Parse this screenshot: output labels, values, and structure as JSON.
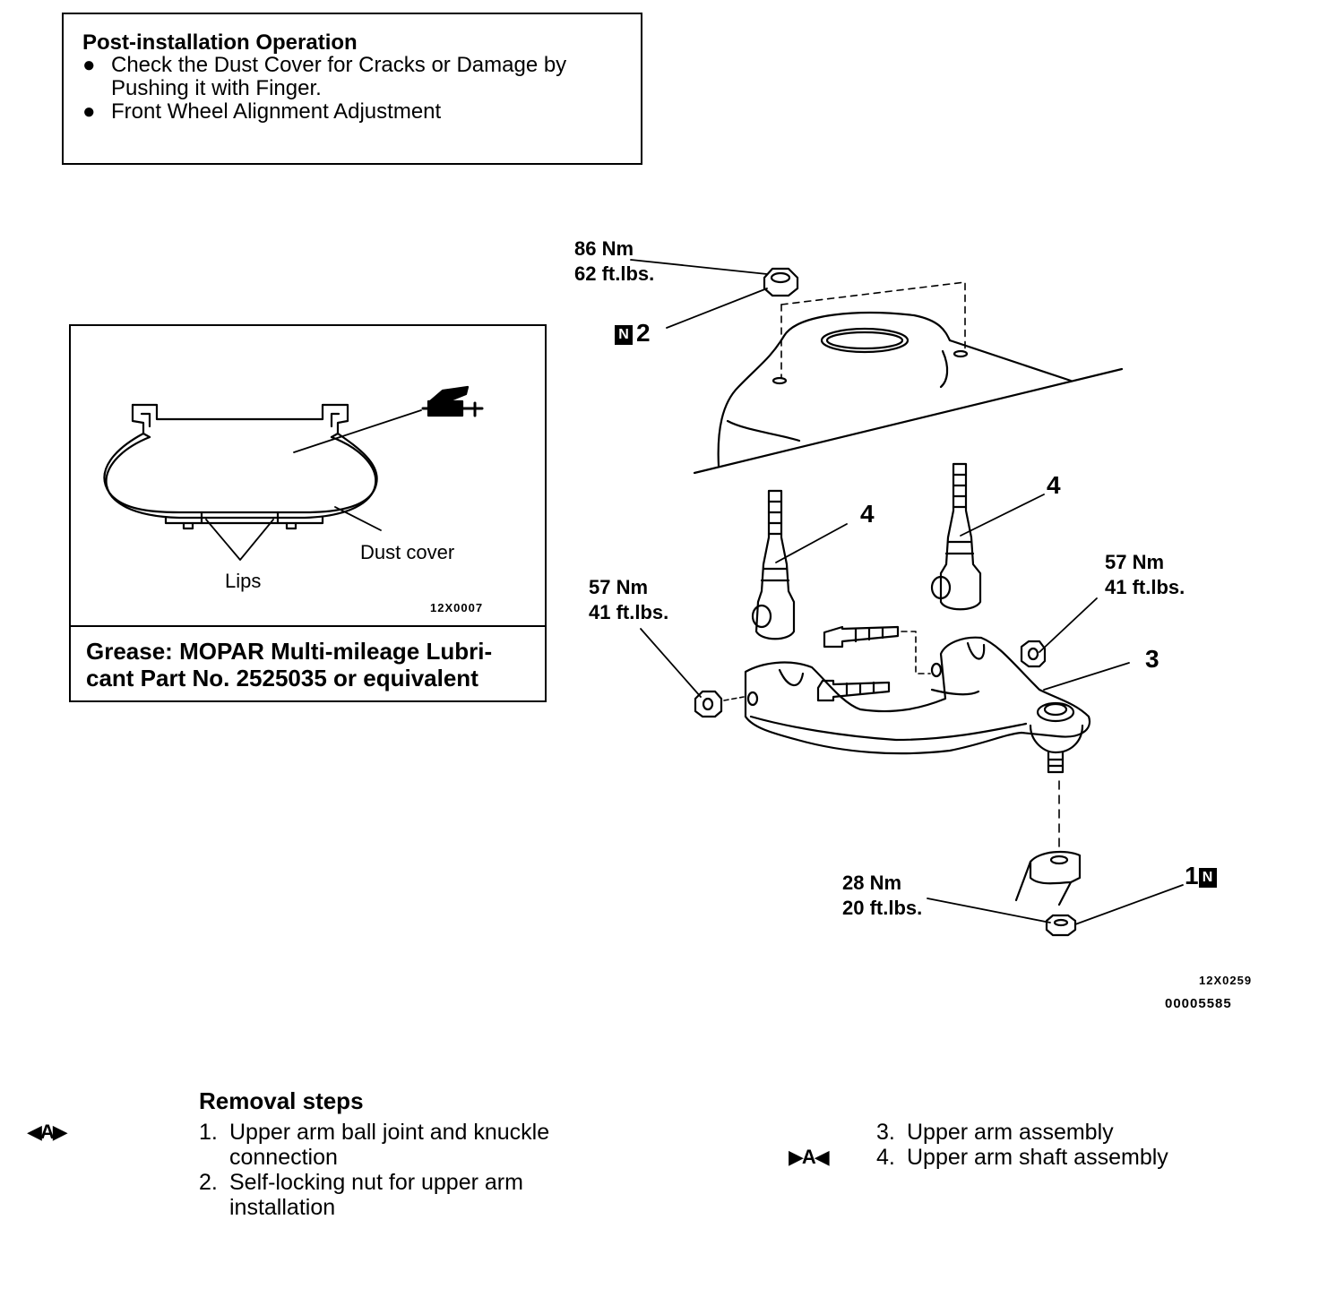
{
  "post_installation": {
    "title": "Post-installation Operation",
    "items": [
      "Check the Dust Cover for Cracks or Damage by",
      "Pushing it with Finger.",
      "Front Wheel Alignment Adjustment"
    ]
  },
  "inset": {
    "labels": {
      "dust_cover": "Dust cover",
      "lips": "Lips",
      "code": "12X0007"
    },
    "grease_line1": "Grease: MOPAR Multi-mileage Lubri-",
    "grease_line2": "cant Part No. 2525035 or equivalent"
  },
  "main_diagram": {
    "torque_top": [
      "86 Nm",
      "62 ft.lbs."
    ],
    "torque_left": [
      "57 Nm",
      "41 ft.lbs."
    ],
    "torque_right": [
      "57 Nm",
      "41 ft.lbs."
    ],
    "torque_bottom": [
      "28 Nm",
      "20 ft.lbs."
    ],
    "callouts": {
      "c1": "1",
      "c2": "2",
      "c3": "3",
      "c4a": "4",
      "c4b": "4",
      "n_mark": "N"
    },
    "code1": "12X0259",
    "code2": "00005585"
  },
  "removal": {
    "title": "Removal steps",
    "marker_left": "◀A▶",
    "marker_right": "▶A◀",
    "steps_left": [
      {
        "num": "1.",
        "lines": [
          "Upper arm ball joint and knuckle",
          "connection"
        ]
      },
      {
        "num": "2.",
        "lines": [
          "Self-locking nut for upper arm",
          "installation"
        ]
      }
    ],
    "steps_right": [
      {
        "num": "3.",
        "lines": [
          "Upper arm assembly"
        ]
      },
      {
        "num": "4.",
        "lines": [
          "Upper arm shaft assembly"
        ]
      }
    ]
  }
}
